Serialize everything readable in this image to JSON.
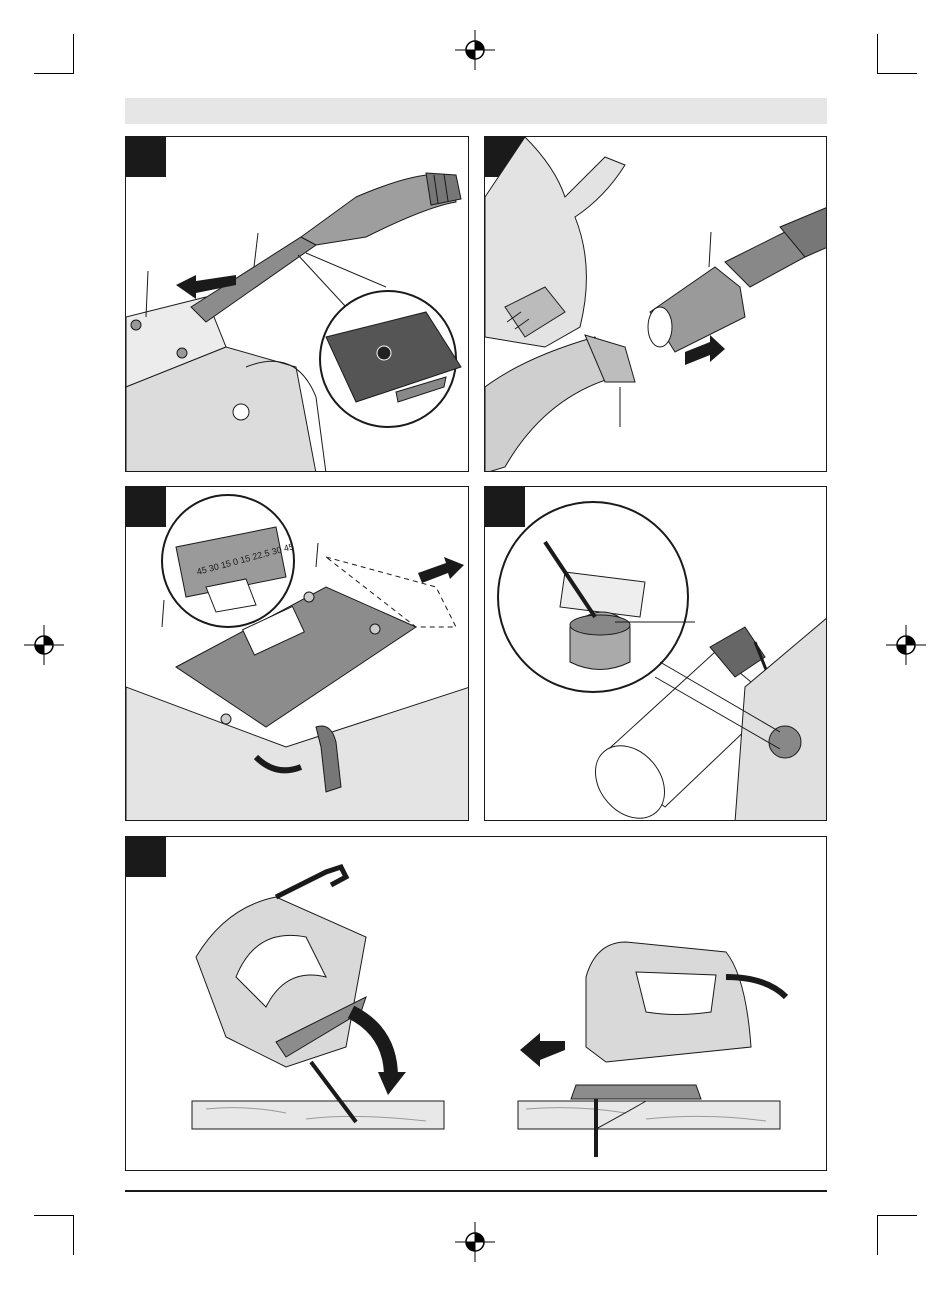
{
  "header": {
    "text": ""
  },
  "panels": [
    {
      "id": "A",
      "label": "",
      "description": "dust extraction adapter on base plate"
    },
    {
      "id": "B",
      "label": "",
      "description": "vacuum hose connection"
    },
    {
      "id": "C",
      "label": "",
      "description": "base plate bevel adjustment"
    },
    {
      "id": "D",
      "label": "",
      "description": "roller lubrication"
    },
    {
      "id": "E",
      "label": "",
      "description": "plunge cut procedure"
    }
  ],
  "bevel_scale": "45 30 15 0 15 22.5 30 45",
  "colors": {
    "line": "#1a1a1a",
    "header": "#e6e6e6",
    "plate": "#8c8c8c",
    "body": "#d9d9d9"
  }
}
